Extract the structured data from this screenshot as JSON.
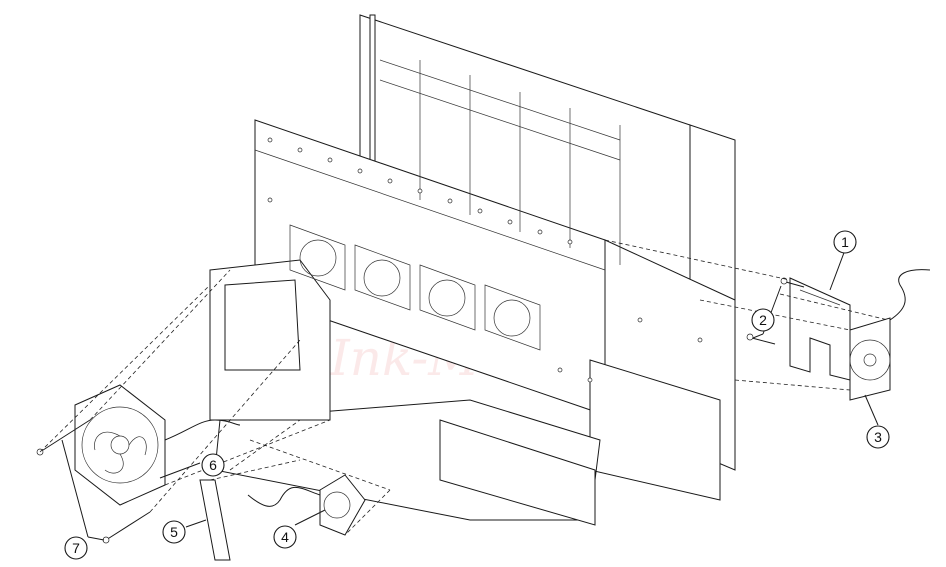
{
  "diagram": {
    "callouts": [
      {
        "id": "1",
        "label": "1"
      },
      {
        "id": "2",
        "label": "2"
      },
      {
        "id": "3",
        "label": "3"
      },
      {
        "id": "4",
        "label": "4"
      },
      {
        "id": "5",
        "label": "5"
      },
      {
        "id": "6",
        "label": "6"
      },
      {
        "id": "7",
        "label": "7"
      }
    ],
    "watermark": {
      "text": "Ink-Market",
      "colors": [
        "#8fb8e8",
        "#f4c890",
        "#f0b8b8"
      ]
    }
  }
}
